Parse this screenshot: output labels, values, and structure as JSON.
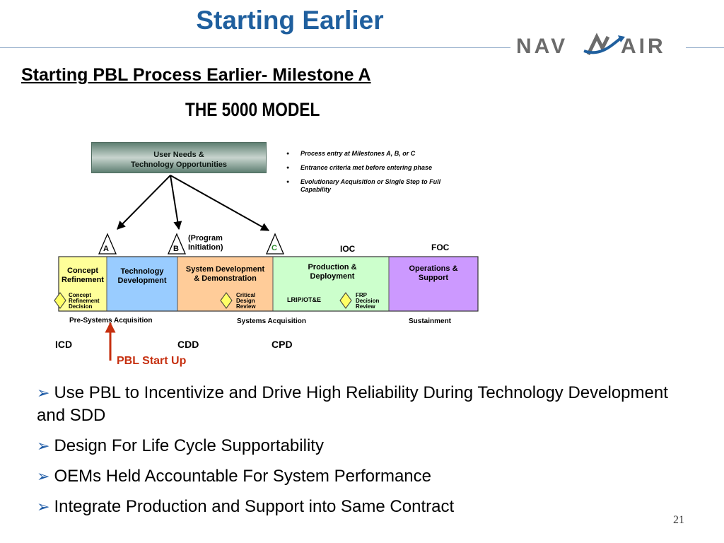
{
  "header": {
    "title": "Starting Earlier",
    "logo_text": "NAVAIR"
  },
  "subtitle": "Starting PBL Process Earlier- Milestone A",
  "model_title": "THE 5000 MODEL",
  "diagram": {
    "top_box": {
      "line1": "User Needs &",
      "line2": "Technology Opportunities"
    },
    "info_bullets": [
      "Process entry at Milestones A, B, or C",
      "Entrance criteria met before entering phase",
      "Evolutionary Acquisition or Single Step to Full Capability"
    ],
    "milestones": {
      "a": "A",
      "b": "B",
      "c": "C",
      "program_initiation_1": "(Program",
      "program_initiation_2": "Initiation)",
      "ioc": "IOC",
      "foc": "FOC"
    },
    "phases": {
      "concept_1": "Concept",
      "concept_2": "Refinement",
      "tech_1": "Technology",
      "tech_2": "Development",
      "sdd_1": "System Development",
      "sdd_2": "& Demonstration",
      "prod_1": "Production &",
      "prod_2": "Deployment",
      "ops_1": "Operations &",
      "ops_2": "Support"
    },
    "decisions": {
      "crd_1": "Concept",
      "crd_2": "Refinement",
      "crd_3": "Decision",
      "cdr_1": "Critical",
      "cdr_2": "Design",
      "cdr_3": "Review",
      "lrip": "LRIP/OT&E",
      "frp_1": "FRP",
      "frp_2": "Decision",
      "frp_3": "Review"
    },
    "stages": {
      "pre": "Pre-Systems Acquisition",
      "sys": "Systems Acquisition",
      "sus": "Sustainment"
    },
    "documents": {
      "icd": "ICD",
      "cdd": "CDD",
      "cpd": "CPD"
    },
    "pbl_start": "PBL Start Up"
  },
  "main_bullets": [
    "Use PBL to Incentivize and Drive High Reliability During Technology Development and SDD",
    "Design For Life Cycle Supportability",
    "OEMs Held Accountable For System Performance",
    "Integrate Production and Support into Same Contract"
  ],
  "page_number": "21",
  "colors": {
    "title_blue": "#1f5f9e",
    "concept_fill": "#ffff99",
    "tech_fill": "#99ccff",
    "sdd_fill": "#ffcc99",
    "prod_fill": "#ccffcc",
    "ops_fill": "#cc99ff",
    "diamond_fill": "#ffff66",
    "pbl_red": "#c62f0f",
    "milestone_c_green": "#2e8b2e",
    "bullet_arrow": "#1d5aa6"
  }
}
